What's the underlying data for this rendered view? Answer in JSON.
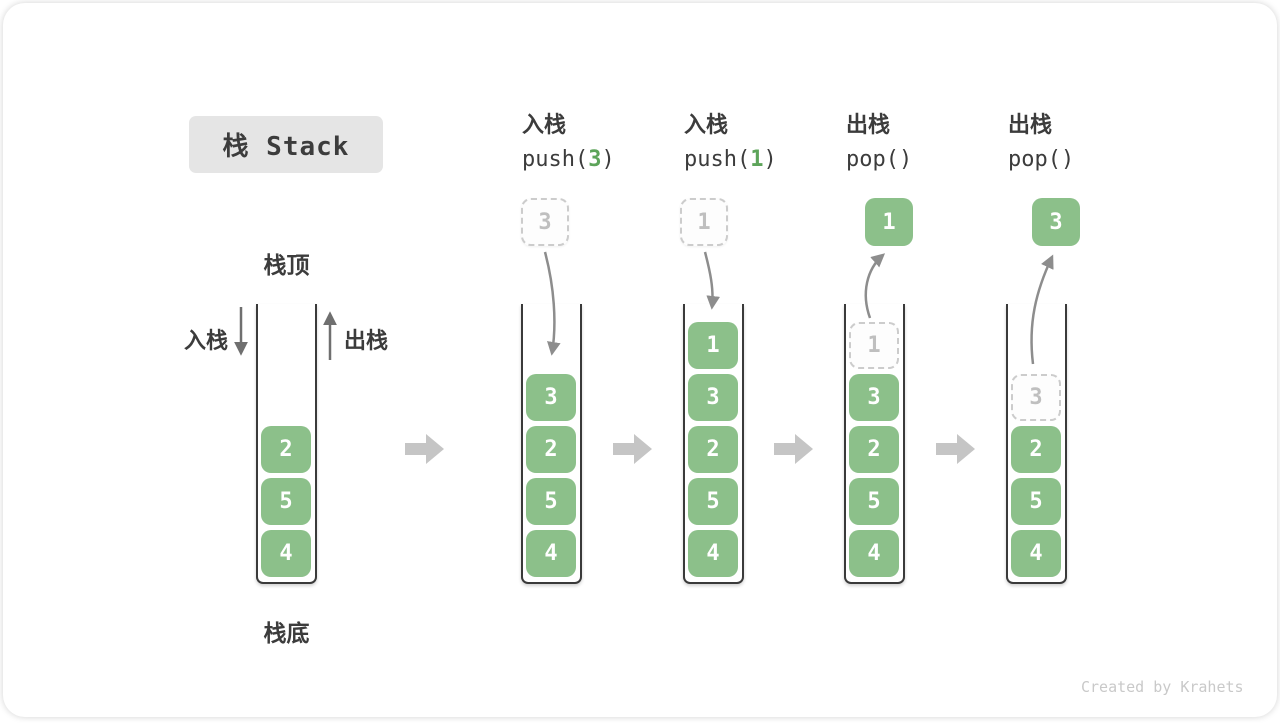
{
  "title": "栈 Stack",
  "labels": {
    "stack_top": "栈顶",
    "stack_bottom": "栈底",
    "push_side": "入栈",
    "pop_side": "出栈"
  },
  "footer": "Created by Krahets",
  "colors": {
    "item_green": "#8cc08a",
    "code_arg_green": "#5da45a",
    "ghost_border": "#cccccc",
    "ghost_text": "#bfbfbf",
    "thin_arrow": "#8d8d8d",
    "block_arrow": "#c5c5c5",
    "title_bg": "#e5e5e5",
    "text_dark": "#3c3c3c"
  },
  "columns": [
    {
      "name": "initial",
      "stack": [
        {
          "v": "2"
        },
        {
          "v": "5"
        },
        {
          "v": "4"
        }
      ]
    },
    {
      "name": "push-3",
      "op_label": "入栈",
      "code_pre": "push(",
      "code_arg": "3",
      "code_post": ")",
      "floating": {
        "v": "3",
        "style": "ghost"
      },
      "stack": [
        {
          "v": "3"
        },
        {
          "v": "2"
        },
        {
          "v": "5"
        },
        {
          "v": "4"
        }
      ]
    },
    {
      "name": "push-1",
      "op_label": "入栈",
      "code_pre": "push(",
      "code_arg": "1",
      "code_post": ")",
      "floating": {
        "v": "1",
        "style": "ghost"
      },
      "stack": [
        {
          "v": "1"
        },
        {
          "v": "3"
        },
        {
          "v": "2"
        },
        {
          "v": "5"
        },
        {
          "v": "4"
        }
      ]
    },
    {
      "name": "pop-1",
      "op_label": "出栈",
      "code_pre": "pop(",
      "code_arg": "",
      "code_post": ")",
      "floating": {
        "v": "1",
        "style": "solid"
      },
      "stack": [
        {
          "v": "1",
          "ghost": true
        },
        {
          "v": "3"
        },
        {
          "v": "2"
        },
        {
          "v": "5"
        },
        {
          "v": "4"
        }
      ]
    },
    {
      "name": "pop-3",
      "op_label": "出栈",
      "code_pre": "pop(",
      "code_arg": "",
      "code_post": ")",
      "floating": {
        "v": "3",
        "style": "solid"
      },
      "stack": [
        {
          "v": "3",
          "ghost": true
        },
        {
          "v": "2"
        },
        {
          "v": "5"
        },
        {
          "v": "4"
        }
      ]
    }
  ]
}
